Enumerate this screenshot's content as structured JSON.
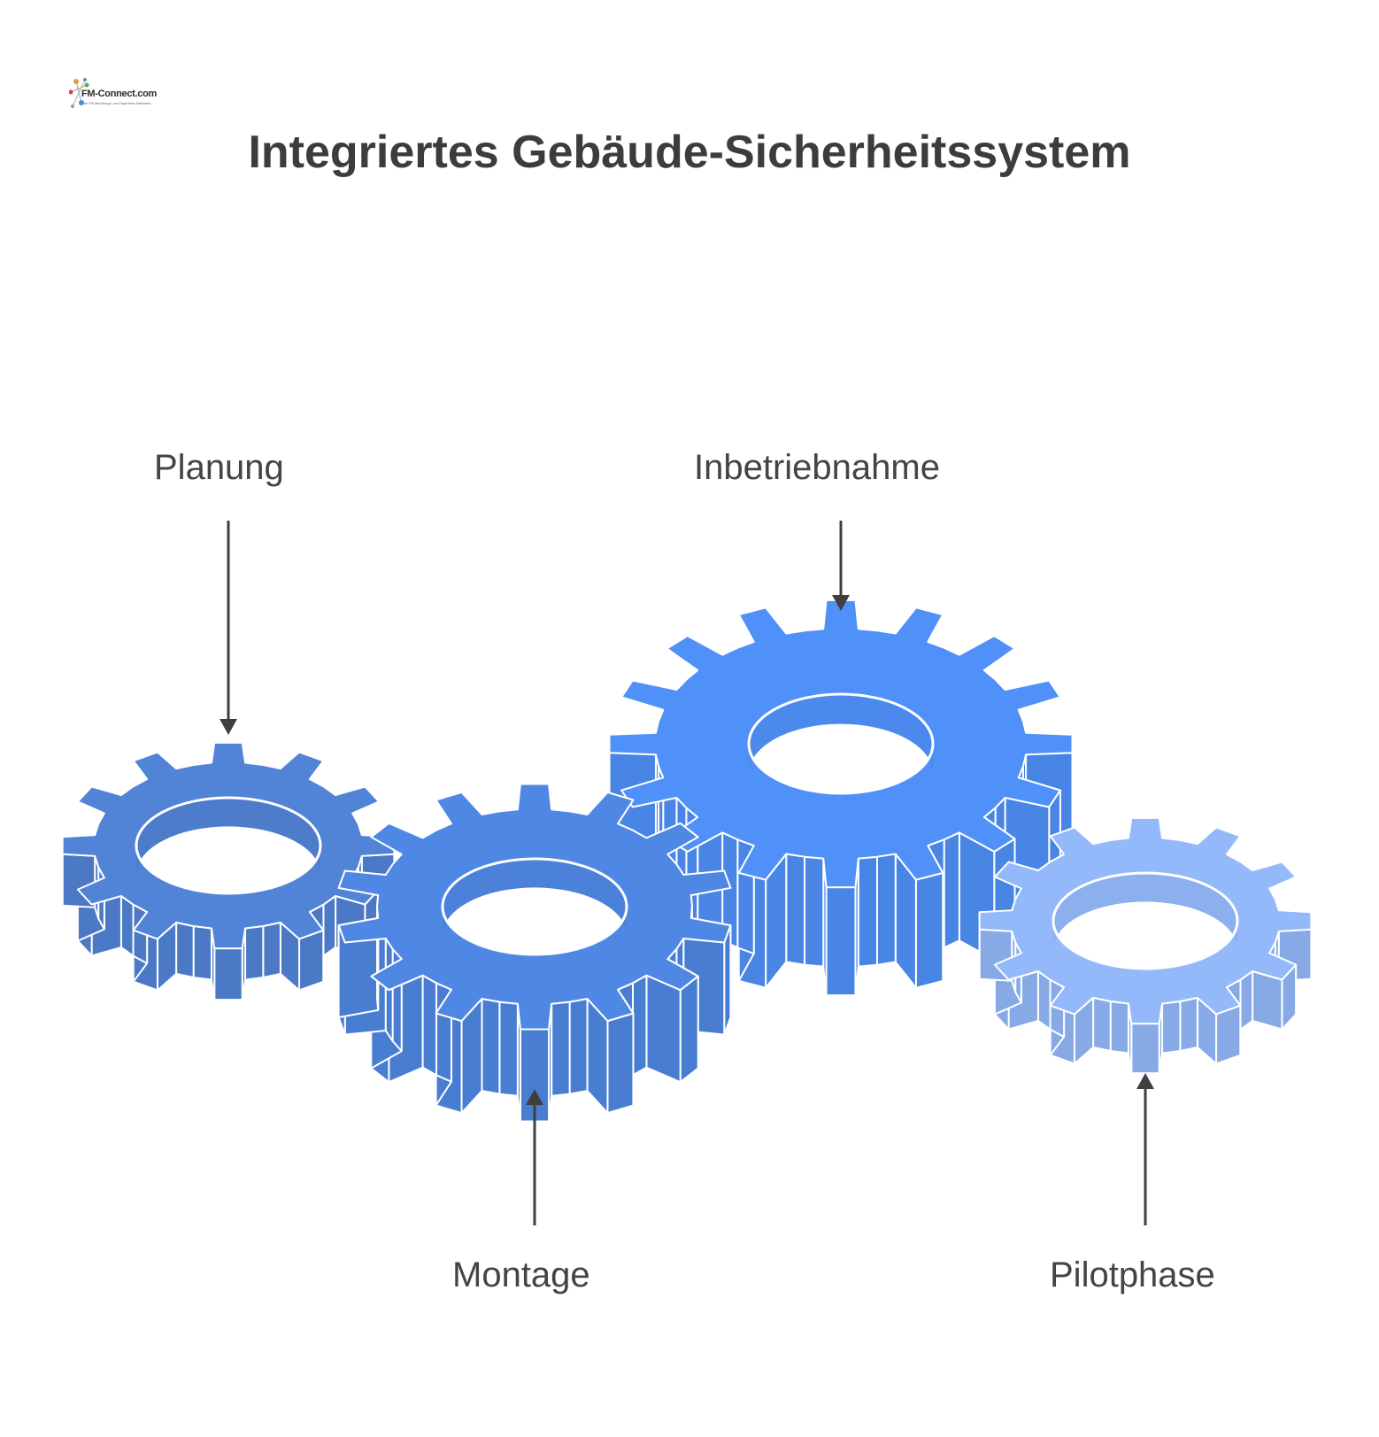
{
  "logo": {
    "text": "FM-Connect.com",
    "subtitle": "Das FM-Beratungs- und Ingenieur-Netzwerk"
  },
  "title": "Integriertes Gebäude-Sicherheitssystem",
  "stages": [
    {
      "name": "Planung",
      "color": "#5183d6"
    },
    {
      "name": "Montage",
      "color": "#4f88e4"
    },
    {
      "name": "Inbetriebnahme",
      "color": "#4f91f8"
    },
    {
      "name": "Pilotphase",
      "color": "#93b9fa"
    }
  ],
  "colors": {
    "arrow": "#3f3f3f",
    "outline": "#ffffff",
    "text": "#3f3f3f"
  }
}
